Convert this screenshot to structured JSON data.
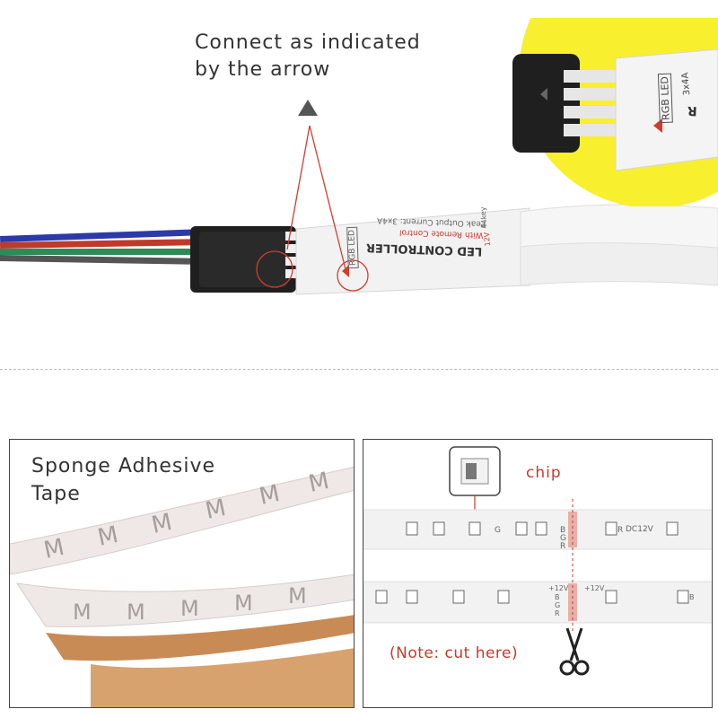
{
  "instruction": {
    "line1": "Connect as indicated",
    "line2": "by the arrow"
  },
  "controller": {
    "name": "LED CONTROLLER",
    "subtitle": "With Remote Control",
    "current": "Peak Output Current: 3x4A",
    "keys": "44key",
    "badge": "RGB LED",
    "voltage": "12V",
    "inset_current": "3x4A",
    "inset_letter": "R"
  },
  "tape_panel": {
    "title_line1": "Sponge Adhesive",
    "title_line2": "Tape"
  },
  "strip_panel": {
    "chip_label": "chip",
    "note": "(Note: cut here)",
    "strip_voltage": "DC12V",
    "pad_plus": "+12V",
    "pad_letters": [
      "B",
      "G",
      "R"
    ],
    "led_letters": [
      "R",
      "G",
      "B"
    ]
  },
  "colors": {
    "accent_red": "#c83a2b",
    "highlight_yellow": "#f8ef2e",
    "wire_colors": [
      "#2e8b57",
      "#c0392b",
      "#2b3aa8",
      "#555555"
    ]
  },
  "icons": [
    "triangle-pointer-icon",
    "scissors-icon",
    "arrow-marker-icon"
  ]
}
